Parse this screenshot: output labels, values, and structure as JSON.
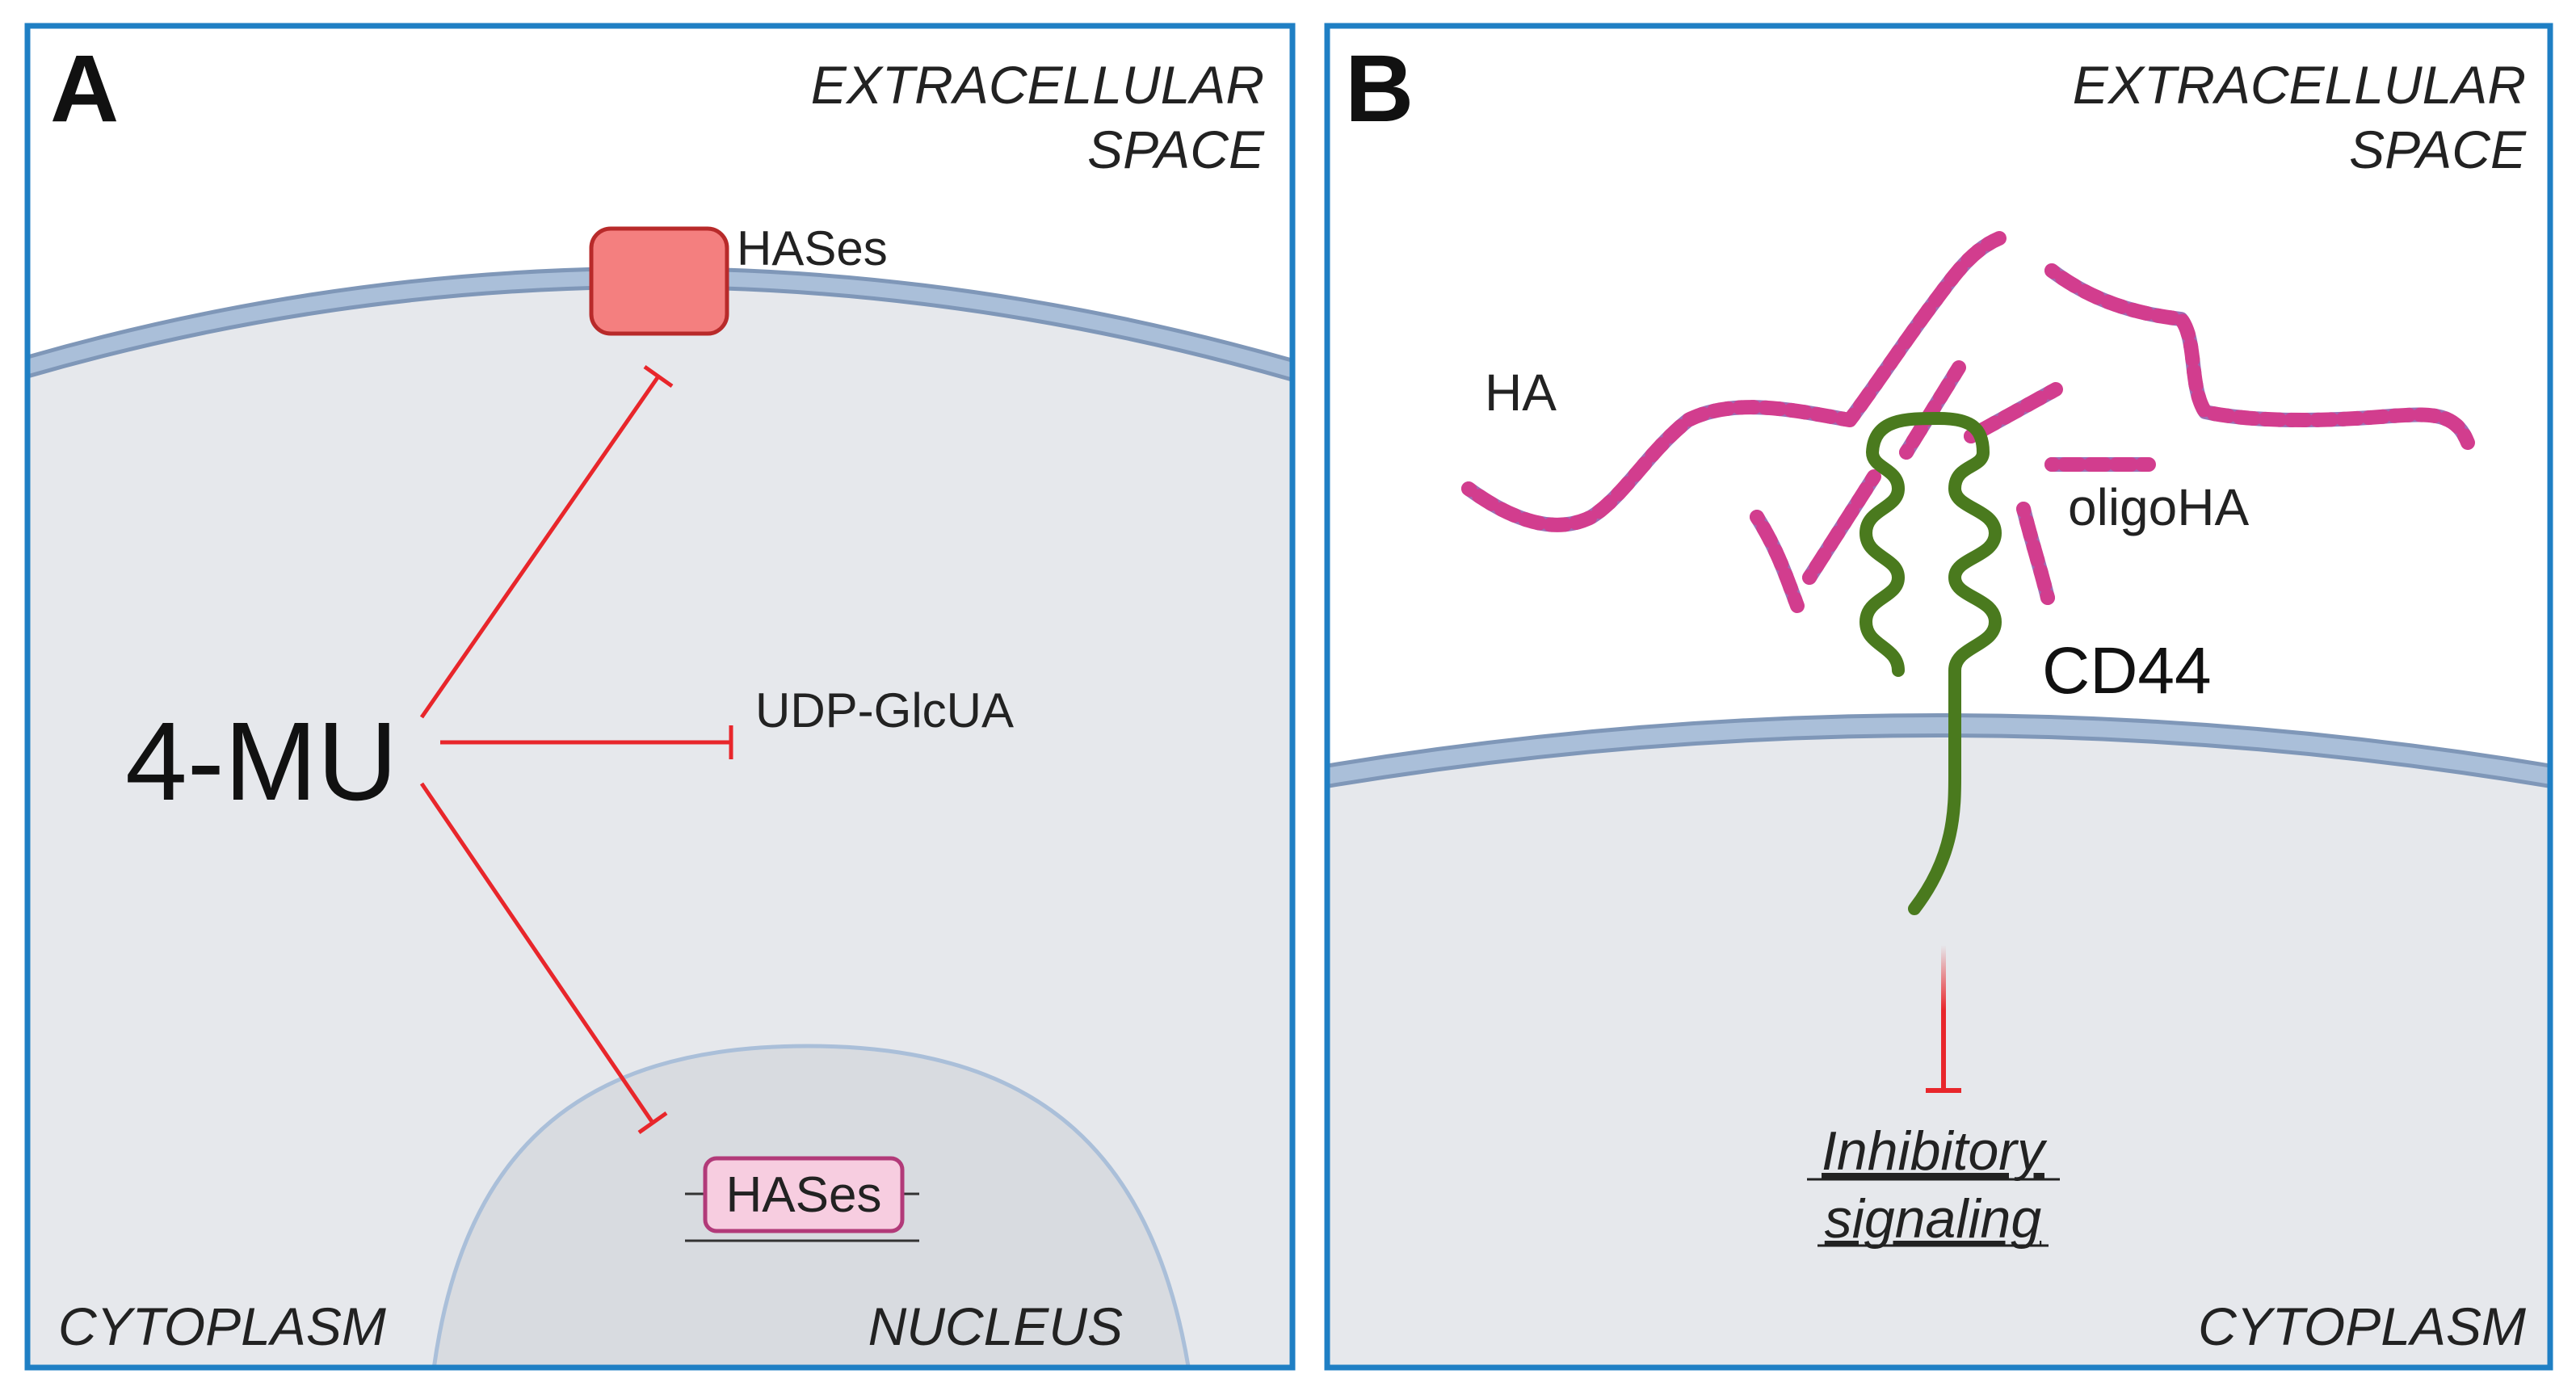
{
  "panel_a": {
    "letter": "A",
    "extracellular_line1": "EXTRACELLULAR",
    "extracellular_line2": "SPACE",
    "hases_membrane": "HASes",
    "drug": "4-MU",
    "udp": "UDP-GlcUA",
    "hases_gene": "HASes",
    "cytoplasm": "CYTOPLASM",
    "nucleus": "NUCLEUS"
  },
  "panel_b": {
    "letter": "B",
    "extracellular_line1": "EXTRACELLULAR",
    "extracellular_line2": "SPACE",
    "ha": "HA",
    "oligoha": "oligoHA",
    "cd44": "CD44",
    "inhibitory_line1": "Inhibitory",
    "inhibitory_line2": "signaling",
    "cytoplasm": "CYTOPLASM"
  },
  "colors": {
    "frame": "#1f7fc4",
    "cell": "#e6e8ec",
    "membrane": "#aabfd9",
    "membrane_edge": "#7f97b8",
    "nucleus": "#d8dbe0",
    "inhibition": "#e8262b",
    "hases_protein": "#f47f7f",
    "hases_gene_box": "#f7cde0",
    "cd44": "#4a7a1e",
    "ha_purple": "#9a6eb4",
    "ha_magenta": "#d23d8e"
  }
}
